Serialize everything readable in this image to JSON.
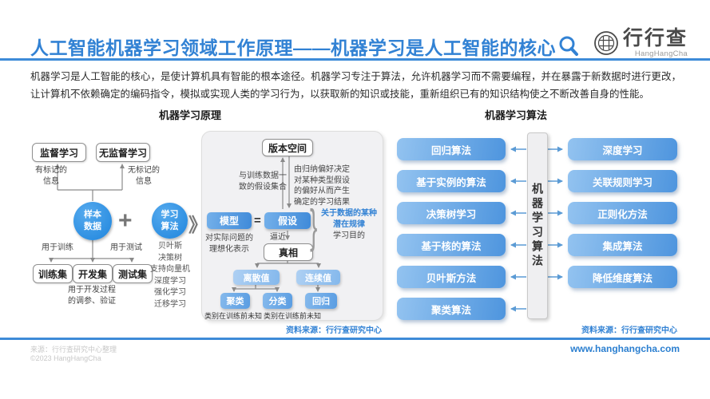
{
  "header": {
    "title": "人工智能机器学习领域工作原理——机器学习是人工智能的核心",
    "logo_text": "行行查",
    "logo_subtext": "HangHangCha"
  },
  "intro": "机器学习是人工智能的核心，是使计算机具有智能的根本途径。机器学习专注于算法，允许机器学习而不需要编程，并在暴露于新数据时进行更改，让计算机不依赖确定的编码指令，模拟或实现人类的学习行为，以获取新的知识或技能，重新组织已有的知识结构使之不断改善自身的性能。",
  "principle": {
    "section_title": "机器学习原理",
    "supervised": "监督学习",
    "unsupervised": "无监督学习",
    "labeled_note": "有标记的信息",
    "unlabeled_note": "无标记的信息",
    "sample_data": "样本数据",
    "learning_algo": "学习算法",
    "plus_sign": "+",
    "chevron": "》",
    "for_training": "用于训练",
    "for_testing": "用于测试",
    "training_set": "训练集",
    "dev_set": "开发集",
    "test_set": "测试集",
    "dev_note": "用于开发过程的调参、验证",
    "algo_list": [
      "贝叶斯",
      "决策树",
      "支持向量机",
      "深度学习",
      "强化学习",
      "迁移学习"
    ],
    "version_space": "版本空间",
    "hypo_set_note": "与训练数据一致的假设集合",
    "bias_note": "由归纳偏好决定对某种类型假设的偏好从而产生确定的学习结果",
    "model": "模型",
    "equals": "=",
    "hypothesis": "假设",
    "model_note": "对实际问题的理想化表示",
    "approx": "逼近",
    "truth": "真相",
    "brace": "}",
    "latent_note": "关于数据的某种潜在规律",
    "purpose_note": "学习目的",
    "discrete": "离散值",
    "continuous": "连续值",
    "clustering": "聚类",
    "classification": "分类",
    "regression": "回归",
    "clustering_note": "类别在训练前未知",
    "classification_note": "类别在训练前未知",
    "source": "资料来源：行行查研究中心"
  },
  "algorithms": {
    "section_title": "机器学习算法",
    "center_bar": "机器学习算法",
    "left": [
      "回归算法",
      "基于实例的算法",
      "决策树学习",
      "基于核的算法",
      "贝叶斯方法",
      "聚类算法"
    ],
    "right": [
      "深度学习",
      "关联规则学习",
      "正则化方法",
      "集成算法",
      "降低维度算法"
    ],
    "source": "资料来源：行行查研究中心"
  },
  "footer": {
    "credit_line1": "来源：行行查研究中心整理",
    "credit_line2": "©2023 HangHangCha",
    "website": "www.hanghangcha.com"
  },
  "colors": {
    "accent_blue": "#3282d4",
    "rule_blue": "#3d8bd8",
    "circle_blue": "#2490e4",
    "box_blue_light": "#93c3f0",
    "box_blue_dark": "#4e95de",
    "link_blue": "#2b7fd0",
    "arrow_gray": "#8a8a8a",
    "arrow_blue": "#5b9bd5"
  }
}
